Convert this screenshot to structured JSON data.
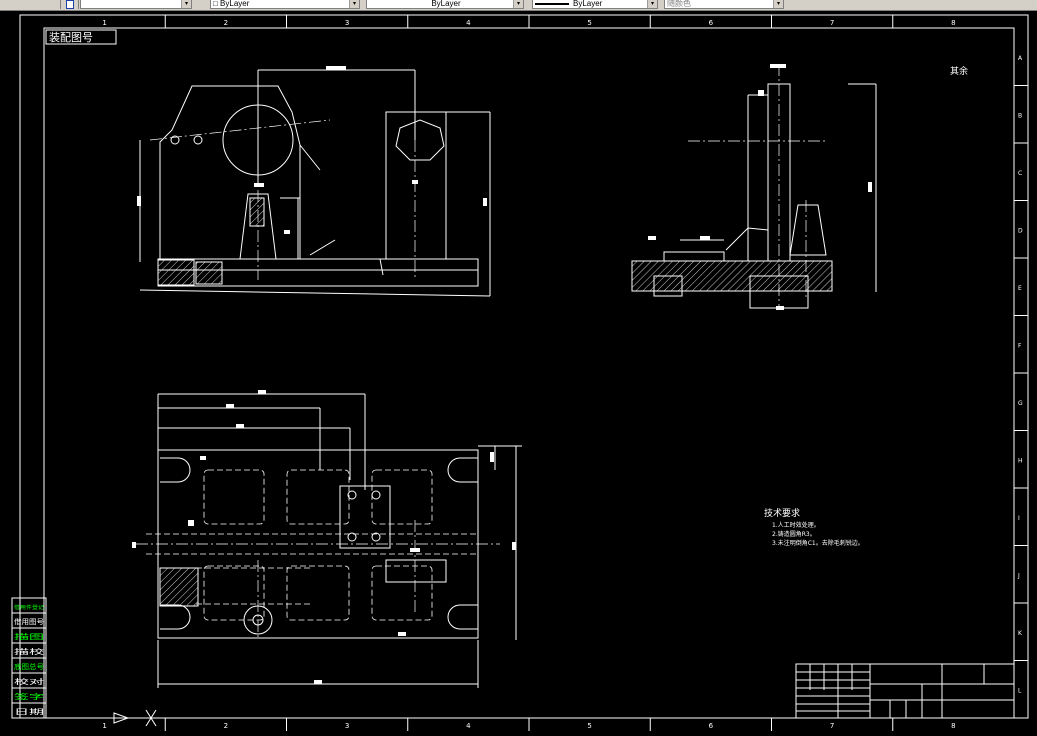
{
  "toolbar": {
    "combo1_value": "□ ByLayer",
    "combo2_value": "ByLayer",
    "combo3_value": "ByLayer",
    "combo4_value": "随颜色"
  },
  "border": {
    "columns": [
      "1",
      "2",
      "3",
      "4",
      "5",
      "6",
      "7",
      "8"
    ],
    "rows": [
      "A",
      "B",
      "C",
      "D",
      "E",
      "F",
      "G",
      "H",
      "I",
      "J",
      "K",
      "L"
    ]
  },
  "drawing": {
    "top_left_label": "装配图号",
    "top_right_label": "其余",
    "tech_title": "技术要求",
    "tech_lines": [
      "1.人工时效处理。",
      "2.铸造圆角R3。",
      "3.未注明倒角C1。去除毛刺锐边。"
    ]
  },
  "left_panel": {
    "items": [
      "借用件登记",
      "借用图号",
      "描图",
      "描校",
      "底图总号",
      "校对",
      "签字",
      "日期"
    ]
  },
  "colors": {
    "background": "#000000",
    "lines": "#ffffff",
    "accent": "#00ff00"
  },
  "icons": [
    "ucs-icon"
  ]
}
